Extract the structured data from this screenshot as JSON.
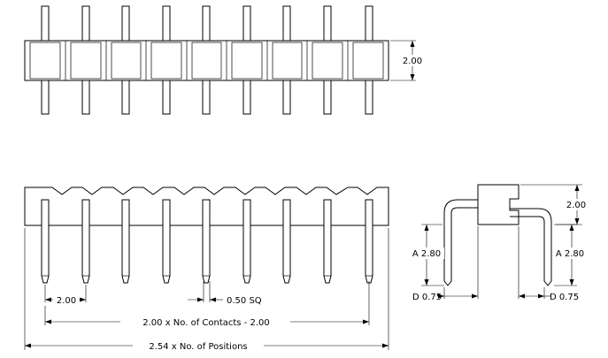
{
  "top_view": {
    "height_label": "2.00"
  },
  "front_view": {
    "pitch_label": "2.00",
    "pin_size_label": "0.50 SQ",
    "contacts_formula": "2.00 x No. of Contacts - 2.00",
    "positions_formula": "2.54 x No. of Positions"
  },
  "side_view": {
    "housing_height_label": "2.00",
    "left_a_label": "A 2.80",
    "right_a_label": "A 2.80",
    "left_d_label": "D 0.75",
    "right_d_label": "D 0.75"
  }
}
